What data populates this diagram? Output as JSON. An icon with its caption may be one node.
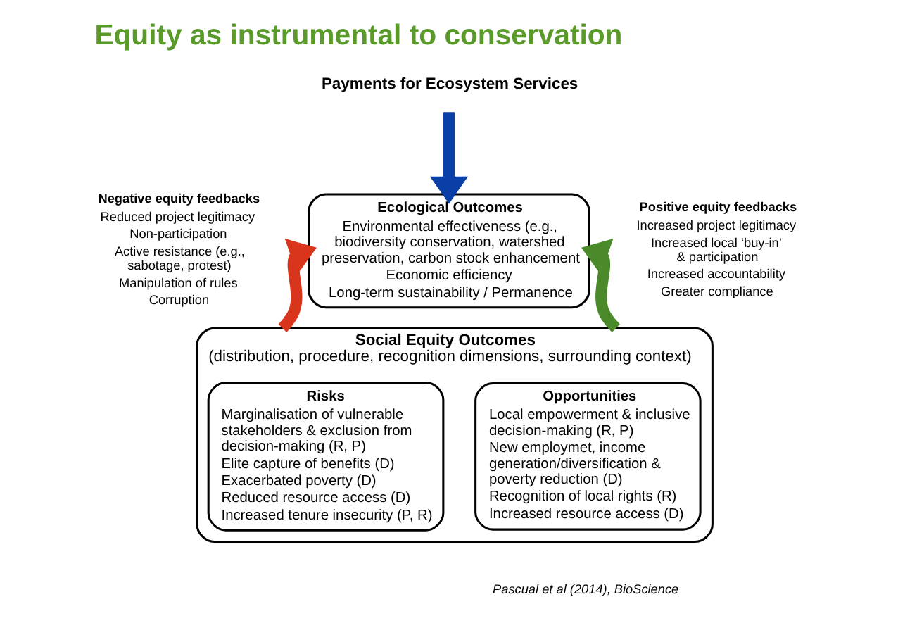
{
  "diagram": {
    "title": "Equity as instrumental to conservation",
    "nodes": [
      {
        "text": [
          "Payments for Ecosystem Services"
        ]
      },
      {
        "text": [
          "Ecological Outcomes",
          "Environmental effectiveness (e.g., biodiversity conservation, watershed preservation, carbon stock enhancement",
          "Economic efficiency",
          "Long-term sustainability / Permanence"
        ]
      },
      {
        "text": [
          "Social Equity Outcomes",
          "(distribution, procedure, recognition dimensions, surrounding context)"
        ]
      },
      {
        "text": [
          "Risks",
          "Marginalisation of vulnerable stakeholders & exclusion from decision-making (R, P)",
          "Elite capture of benefits (D)",
          "Exacerbated poverty (D)",
          "Reduced resource access (D)",
          "Increased tenure insecurity (P, R)"
        ],
        "in": 2
      },
      {
        "text": [
          "Opportunities",
          "Local empowerment & inclusive decision-making (R, P)",
          "New employmet, income generation/diversification & poverty reduction (D)",
          "Recognition of local rights (R)",
          "Increased resource access (D)"
        ],
        "in": 2
      }
    ],
    "edges": [
      {
        "from": 0,
        "to": 1,
        "arrow": "to",
        "color": "#0a3fa8"
      },
      {
        "from": 2,
        "to": 1,
        "arrow": "to",
        "color": "#d9341c"
      },
      {
        "from": 2,
        "to": 1,
        "arrow": "to",
        "color": "#4a8a2a"
      }
    ],
    "labels": [
      "Negative equity feedbacks",
      "Reduced project legitimacy",
      "Non-participation",
      "Active resistance (e.g., sabotage, protest)",
      "Manipulation of rules",
      "Corruption",
      "Positive equity feedbacks",
      "Increased project legitimacy",
      "Increased local ‘buy-in’ & participation",
      "Increased accountability",
      "Greater compliance",
      "Pascual et al (2014), BioScience"
    ]
  }
}
